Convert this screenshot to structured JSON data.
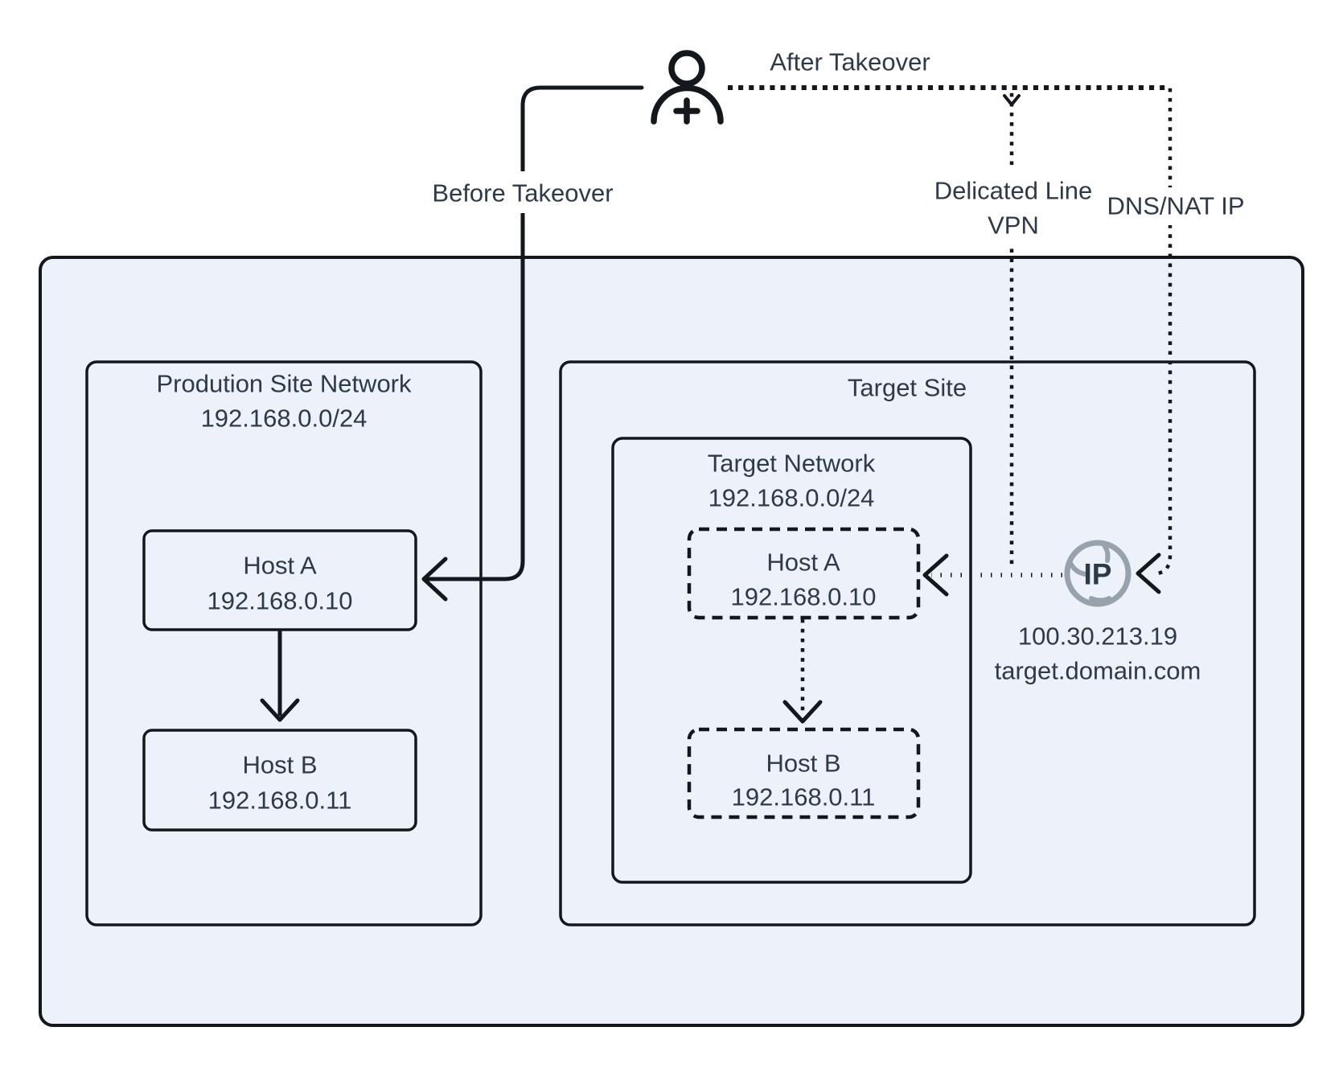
{
  "theme": {
    "page_bg": "#ffffff",
    "box_fill": "#edf1fa",
    "line_color": "#14171c",
    "text_color": "#2f3a48",
    "icon_gray": "#97a2ad"
  },
  "annotations": {
    "after_takeover": "After Takeover",
    "before_takeover": "Before Takeover",
    "dedicated_line": "Delicated Line",
    "vpn": "VPN",
    "dns_nat_ip": "DNS/NAT IP"
  },
  "production_site": {
    "title": "Prodution Site Network",
    "subnet": "192.168.0.0/24",
    "host_a": {
      "name": "Host A",
      "ip": "192.168.0.10"
    },
    "host_b": {
      "name": "Host B",
      "ip": "192.168.0.11"
    }
  },
  "target_site": {
    "title": "Target Site",
    "network": {
      "title": "Target Network",
      "subnet": "192.168.0.0/24",
      "host_a": {
        "name": "Host A",
        "ip": "192.168.0.10"
      },
      "host_b": {
        "name": "Host B",
        "ip": "192.168.0.11"
      }
    },
    "nat": {
      "icon_label": "IP",
      "public_ip": "100.30.213.19",
      "domain": "target.domain.com"
    }
  }
}
